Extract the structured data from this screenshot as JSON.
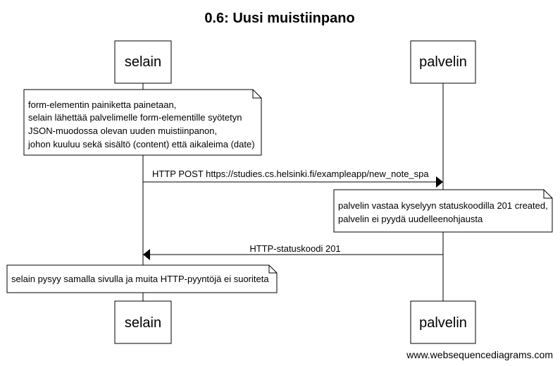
{
  "title": "0.6: Uusi muistiinpano",
  "participants": {
    "browser": "selain",
    "server": "palvelin"
  },
  "notes": {
    "browser_submit": [
      "form-elementin painiketta painetaan,",
      "selain lähettää palvelimelle form-elementille syötetyn",
      "JSON-muodossa olevan uuden muistiinpanon,",
      "johon kuuluu sekä sisältö (content) että aikaleima (date)"
    ],
    "server_response": [
      "palvelin vastaa kyselyyn statuskoodilla 201 created,",
      "palvelin ei pyydä uudelleenohjausta"
    ],
    "browser_stays": [
      "selain pysyy samalla sivulla ja muita HTTP-pyyntöjä ei suoriteta"
    ]
  },
  "messages": {
    "post_request": "HTTP POST https://studies.cs.helsinki.fi/exampleapp/new_note_spa",
    "status_response": "HTTP-statuskoodi 201"
  },
  "footer": "www.websequencediagrams.com"
}
